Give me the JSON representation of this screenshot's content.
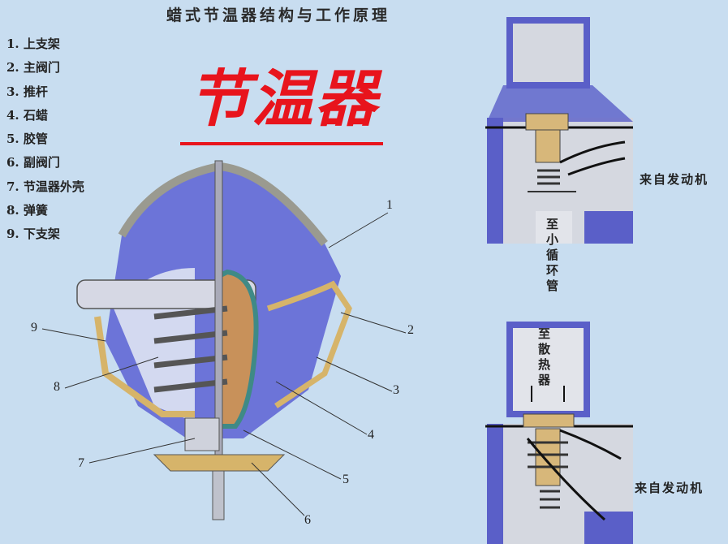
{
  "title": "蜡式节温器结构与工作原理",
  "brand": "节温器",
  "legend": [
    "1. 上支架",
    "2. 主阀门",
    "3. 推杆",
    "4. 石蜡",
    "5. 胶管",
    "6. 副阀门",
    "7. 节温器外壳",
    "8. 弹簧",
    "9. 下支架"
  ],
  "callouts": [
    "1",
    "2",
    "3",
    "4",
    "5",
    "6",
    "7",
    "8",
    "9"
  ],
  "right_diagrams": {
    "top": {
      "inlet_label": "来自发动机",
      "outlet_label": "至小循环管"
    },
    "bottom": {
      "inlet_label": "来自发动机",
      "outlet_label": "至散热器"
    }
  },
  "colors": {
    "background": "#c8ddf0",
    "brand_red": "#e8141c",
    "housing_blue": "#5a5fc8",
    "brass": "#d7b77a"
  }
}
